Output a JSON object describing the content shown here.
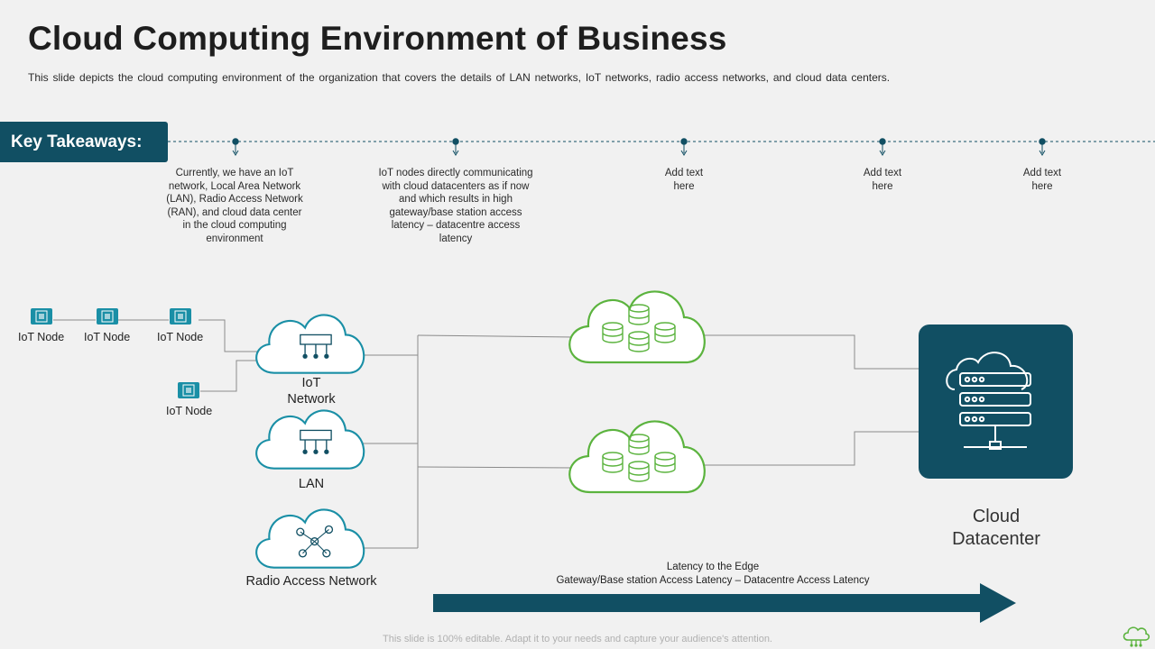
{
  "title": "Cloud Computing Environment of Business",
  "subtitle": "This slide depicts the cloud computing environment  of the organization that covers the details of LAN networks, IoT networks, radio access networks, and cloud data centers.",
  "key_takeaways": {
    "label": "Key Takeaways:",
    "items": [
      "Currently, we have an IoT network, Local Area Network (LAN), Radio Access Network (RAN), and cloud data center in the cloud computing environment",
      "IoT nodes directly communicating with cloud datacenters as if now and which results in high gateway/base station access latency – datacentre access latency",
      "Add text here",
      "Add text here",
      "Add text here"
    ]
  },
  "nodes": [
    "IoT Node",
    "IoT Node",
    "IoT Node",
    "IoT Node"
  ],
  "networks": {
    "iot": "IoT Network",
    "lan": "LAN",
    "ran": "Radio Access Network"
  },
  "datacenter": "Cloud Datacenter",
  "latency": {
    "line1": "Latency to the Edge",
    "line2": "Gateway/Base station Access Latency – Datacentre Access Latency"
  },
  "footer": "This slide is 100% editable. Adapt it to your needs and capture your audience's attention.",
  "colors": {
    "teal": "#114f63",
    "cyan": "#1a8fa6",
    "green": "#5bb33e"
  },
  "icons": [
    "chip-icon",
    "cloud-network-icon",
    "cloud-database-icon",
    "server-cloud-icon",
    "arrow-right-icon",
    "cloud-logo-icon"
  ]
}
